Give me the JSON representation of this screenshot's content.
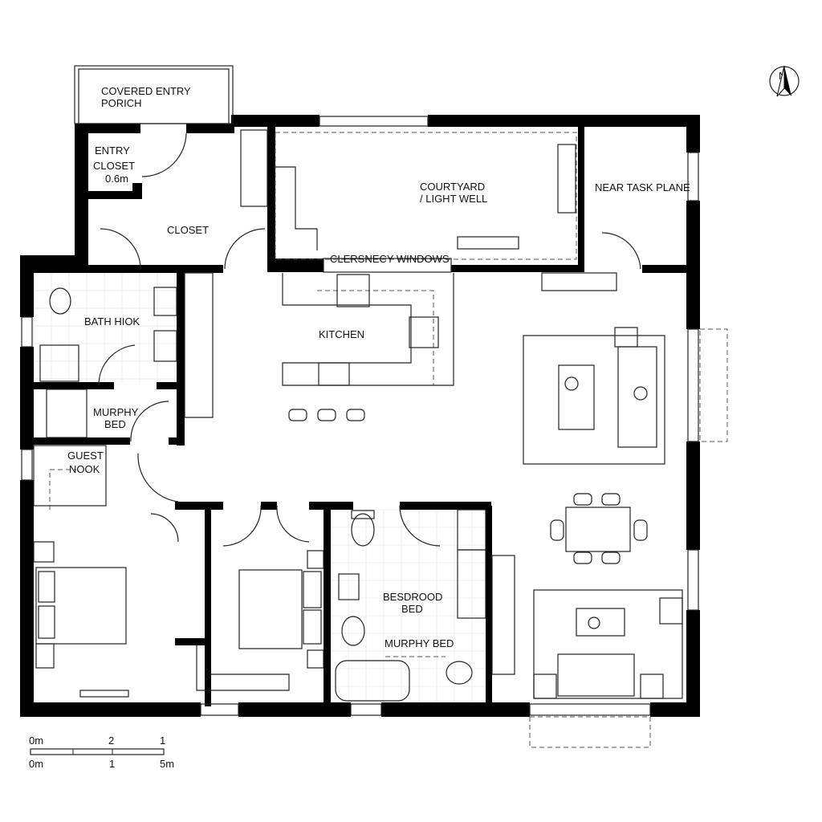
{
  "rooms": {
    "porch": [
      "COVERED ENTRY",
      "PORICH"
    ],
    "entry_closet": [
      "ENTRY",
      "CLOSET",
      "0.6m"
    ],
    "closet": "CLOSET",
    "courtyard": [
      "COURTYARD",
      "/ LIGHT WELL"
    ],
    "clerestory": "CLERSNECY WINDOWS",
    "near_task": "NEAR TASK PLANE",
    "bath_nook": "BATH HIOK",
    "kitchen": "KITCHEN",
    "murphy_bed_left": [
      "MURPHY",
      "BED"
    ],
    "guest_nook": [
      "GUEST",
      "NOOK"
    ],
    "bedroom": [
      "BESDROOD",
      "BED"
    ],
    "murphy_bed": "MURPHY BED"
  },
  "north_arrow": {
    "label": "N",
    "icon": "north-arrow-icon"
  },
  "scale_bar": {
    "top_labels": [
      "0m",
      "2",
      "1"
    ],
    "bottom_labels": [
      "0m",
      "1",
      "5m"
    ]
  },
  "colors": {
    "wall": "#000000",
    "line": "#222222",
    "background": "#ffffff"
  }
}
